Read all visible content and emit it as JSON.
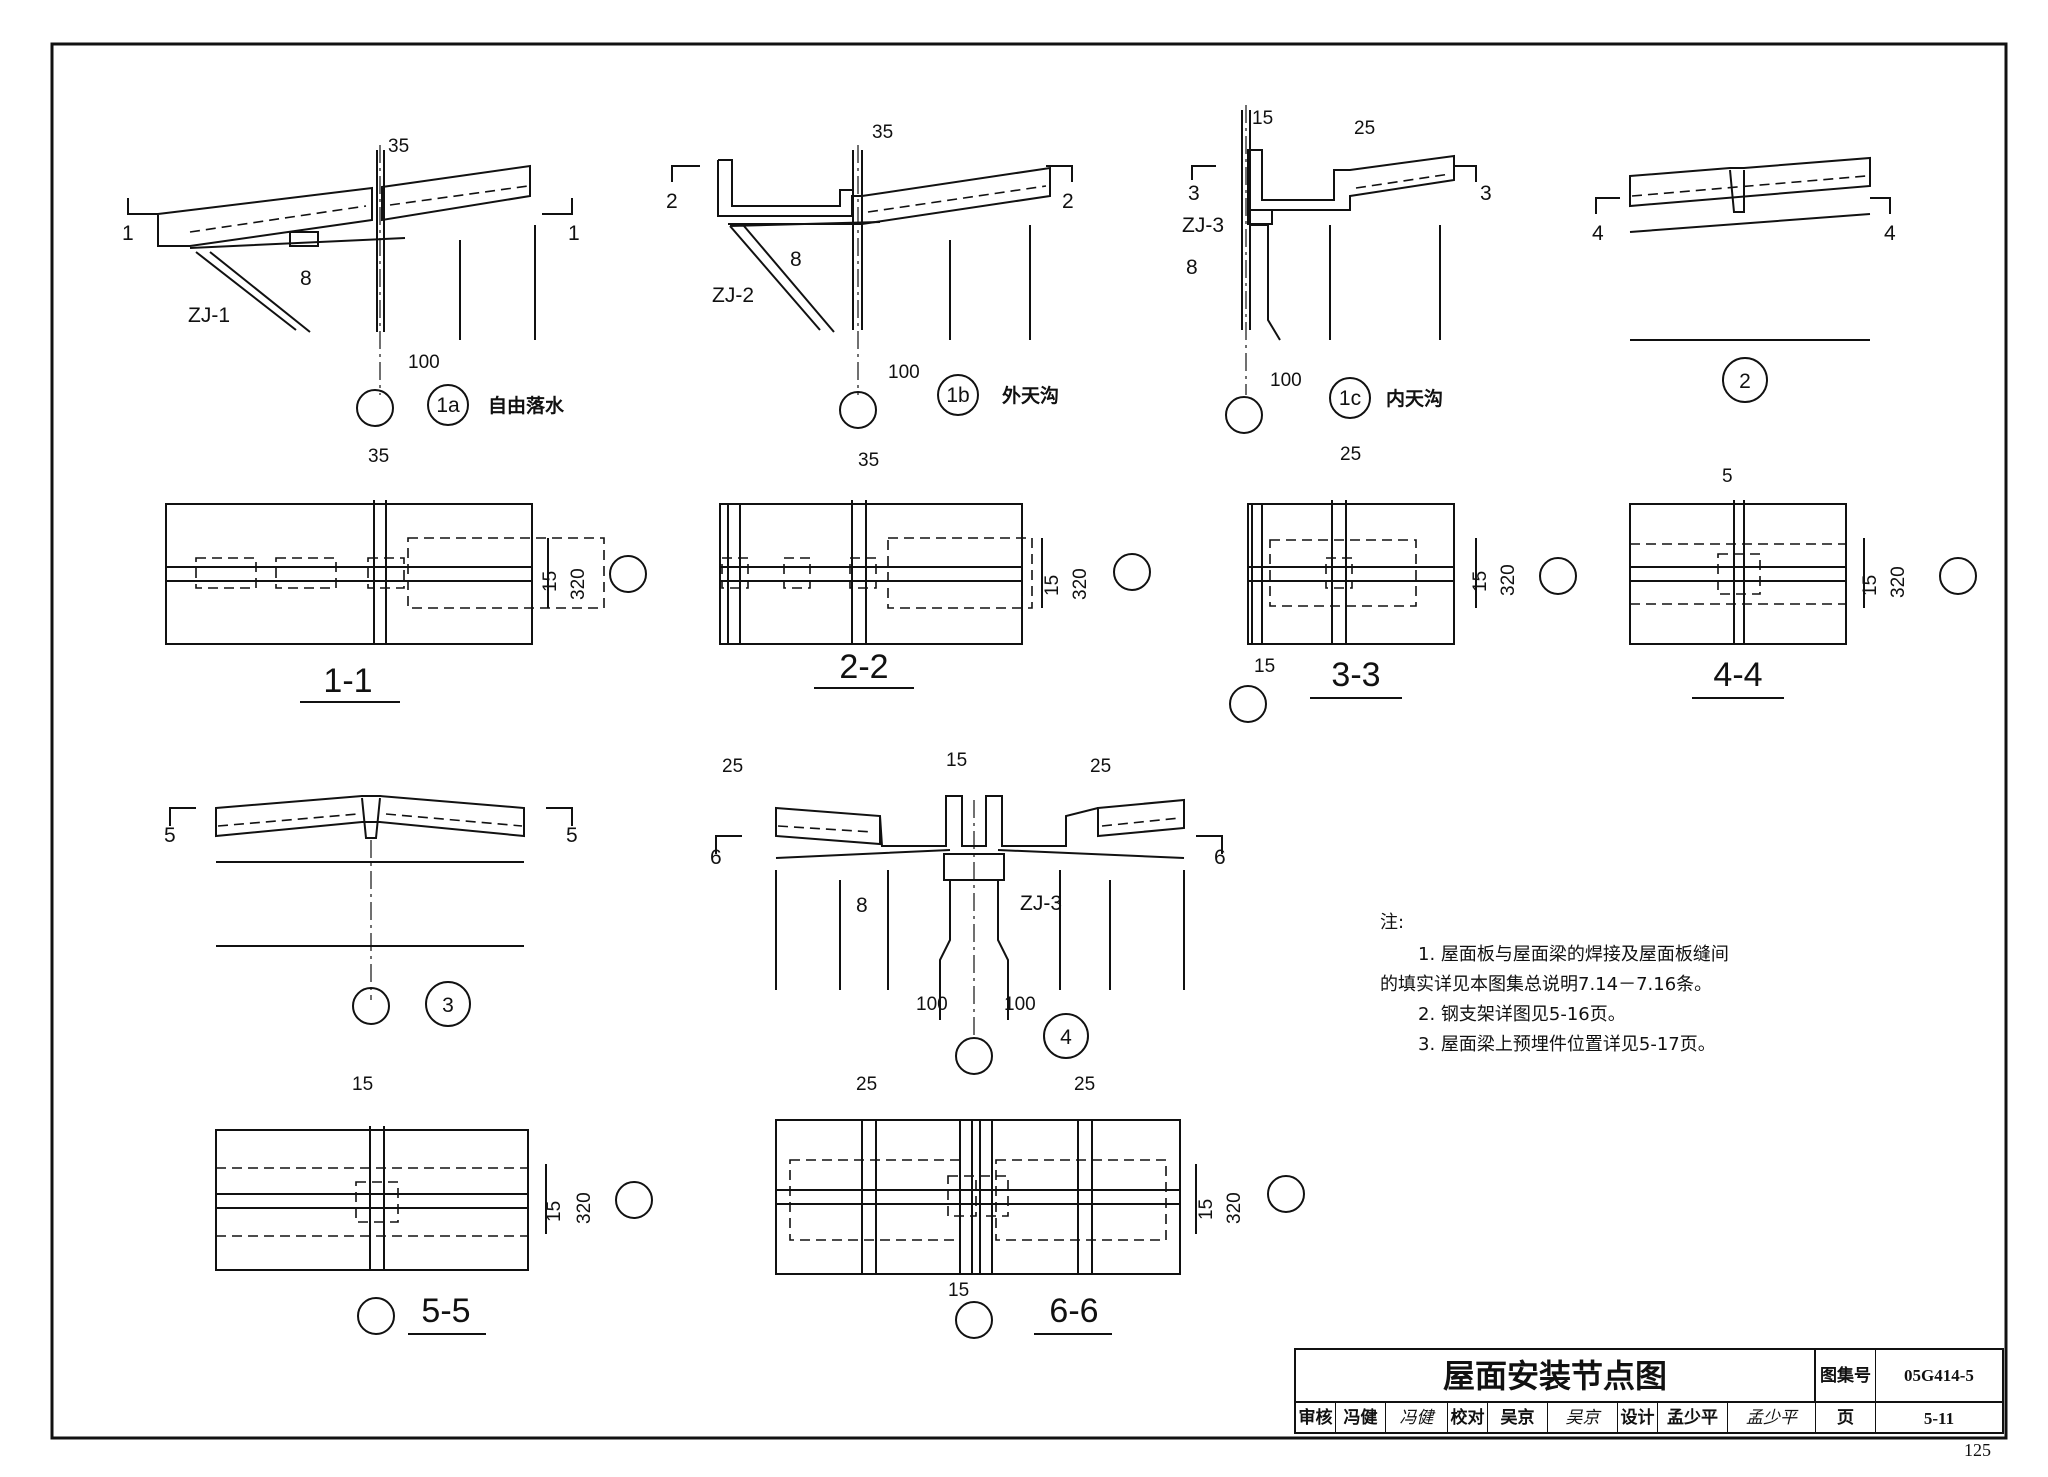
{
  "drawing": {
    "dims": {
      "d35": "35",
      "d25": "25",
      "d15": "15",
      "d100": "100",
      "d320": "320",
      "d5": "5"
    },
    "weld": "8",
    "brackets": {
      "zj1": "ZJ-1",
      "zj2": "ZJ-2",
      "zj3": "ZJ-3"
    },
    "cut_marks": {
      "m1": "1",
      "m2": "2",
      "m3": "3",
      "m4": "4",
      "m5": "5",
      "m6": "6"
    },
    "detail_bubbles": {
      "b1a": "1a",
      "b1b": "1b",
      "b1c": "1c",
      "b2": "2",
      "b3": "3",
      "b4": "4"
    },
    "detail_captions": {
      "c1a": "自由落水",
      "c1b": "外天沟",
      "c1c": "内天沟"
    },
    "section_titles": {
      "s11": "1-1",
      "s22": "2-2",
      "s33": "3-3",
      "s44": "4-4",
      "s55": "5-5",
      "s66": "6-6"
    }
  },
  "notes": {
    "heading": "注:",
    "items": [
      "1. 屋面板与屋面梁的焊接及屋面板缝间",
      "的填实详见本图集总说明7.14－7.16条。",
      "2. 钢支架详图见5-16页。",
      "3. 屋面梁上预埋件位置详见5-17页。"
    ]
  },
  "title_block": {
    "title": "屋面安装节点图",
    "atlas_label": "图集号",
    "atlas_no": "05G414-5",
    "page_label": "页",
    "page_no": "5-11",
    "review_label": "审核",
    "reviewer": "冯健",
    "reviewer_sig": "冯健",
    "check_label": "校对",
    "checker": "吴京",
    "checker_sig": "吴京",
    "design_label": "设计",
    "designer": "孟少平",
    "designer_sig": "孟少平"
  },
  "sheet_number": "125"
}
